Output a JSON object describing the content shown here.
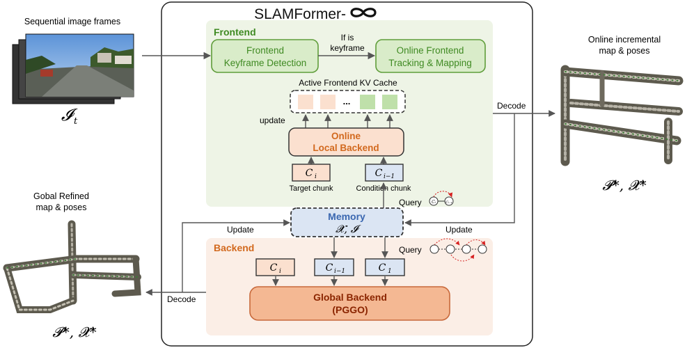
{
  "title": "SLAMFormer-",
  "input": {
    "label": "Sequential image frames",
    "symbol": "𝓘",
    "symbol_sub": "t"
  },
  "output_online": {
    "label_line1": "Online incremental",
    "label_line2": "map & poses",
    "symbol": "𝓟*, 𝓧*"
  },
  "output_global": {
    "label_line1": "Gobal Refined",
    "label_line2": "map & poses",
    "symbol": "𝓟*, 𝓧*"
  },
  "frontend": {
    "title": "Frontend",
    "keyframe_detection": [
      "Frontend",
      "Keyframe Detection"
    ],
    "if_keyframe": [
      "If is",
      "keyframe"
    ],
    "tracking_mapping": [
      "Online Frontend",
      "Tracking & Mapping"
    ],
    "kv_cache_label": "Active Frontend KV Cache",
    "kv_cache_ellipsis": "...",
    "update_label": "update",
    "local_backend": [
      "Online",
      "Local Backend"
    ],
    "target_chunk": {
      "symbol": "C",
      "sub": "i",
      "label": "Target chunk"
    },
    "condition_chunk": {
      "symbol": "C",
      "sub": "i−1",
      "label": "Condition chunk"
    },
    "query_label": "Query"
  },
  "memory": {
    "title": "Memory",
    "content": "𝓧, 𝓘"
  },
  "edges": {
    "decode_top": "Decode",
    "update_left": "Update",
    "update_right": "Update",
    "decode_bottom": "Decode"
  },
  "backend": {
    "title": "Backend",
    "query_label": "Query",
    "chunks": [
      {
        "symbol": "C",
        "sub": "i"
      },
      {
        "symbol": "C",
        "sub": "i−1"
      },
      {
        "symbol": "C",
        "sub": "1"
      }
    ],
    "global_backend": [
      "Global Backend",
      "(PGGO)"
    ]
  },
  "colors": {
    "frontend_panel": "#eef4e6",
    "backend_panel": "#fbeee6",
    "green_box_fill": "#d9ecc9",
    "green_box_stroke": "#5f9d3a",
    "green_text": "#3f8a22",
    "orange_box_fill": "#fbe0cf",
    "orange_text": "#d2691e",
    "memory_fill": "#dbe5f3",
    "memory_text": "#3a67b0",
    "global_fill": "#f4b893",
    "global_stroke": "#c8693b",
    "global_text": "#8b2500",
    "query_red": "#d62020"
  }
}
